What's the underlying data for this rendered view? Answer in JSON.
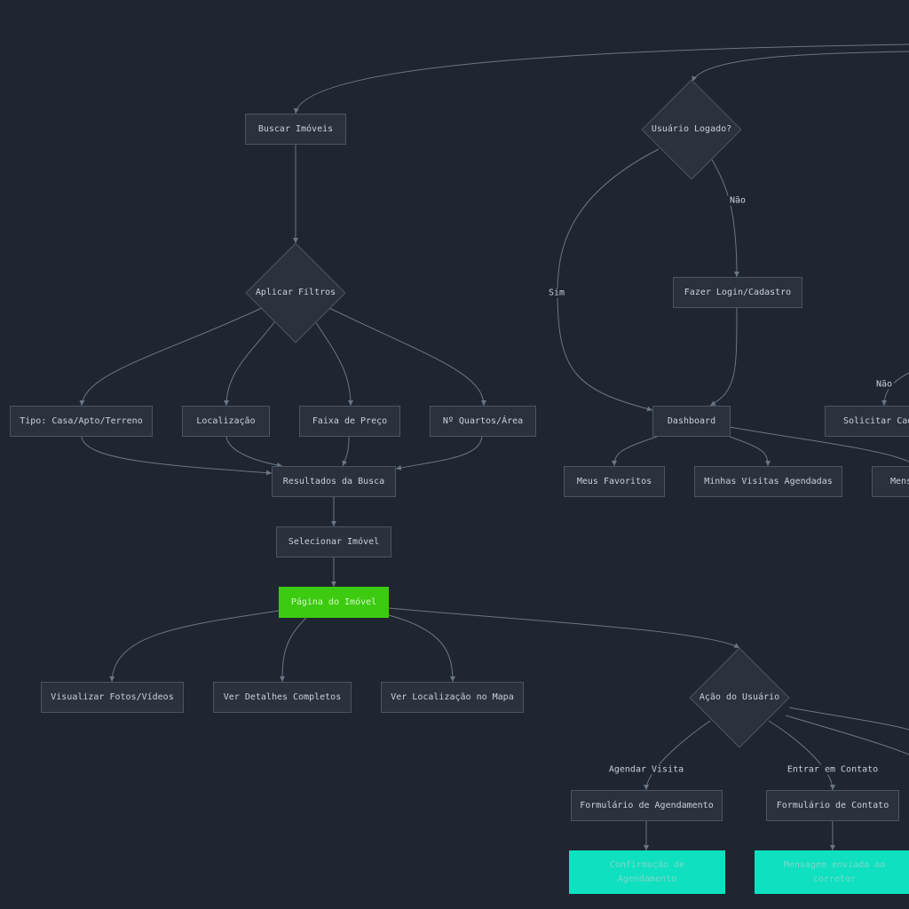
{
  "diagram": {
    "nodes": {
      "buscar": "Buscar Imóveis",
      "usuario_logado": "Usuário Logado?",
      "aplicar_filtros": "Aplicar Filtros",
      "fazer_login": "Fazer Login/Cadastro",
      "tipo": "Tipo: Casa/Apto/Terreno",
      "localizacao": "Localização",
      "faixa_preco": "Faixa de Preço",
      "quartos": "Nº Quartos/Área",
      "dashboard": "Dashboard",
      "solicitar_cadastro": "Solicitar Cadas",
      "resultados": "Resultados da Busca",
      "meus_favoritos": "Meus Favoritos",
      "minhas_visitas": "Minhas Visitas Agendadas",
      "mensagens": "Mens",
      "selecionar": "Selecionar Imóvel",
      "pagina_imovel": "Página do Imóvel",
      "fotos": "Visualizar Fotos/Vídeos",
      "detalhes": "Ver Detalhes Completos",
      "mapa": "Ver Localização no Mapa",
      "acao_usuario": "Ação do Usuário",
      "form_agendamento": "Formulário de Agendamento",
      "form_contato": "Formulário de Contato",
      "confirmacao": "Confirmação de Agendamento",
      "mensagem_enviada": "Mensagem enviada ao corretor"
    },
    "edge_labels": {
      "nao_login": "Não",
      "sim": "Sim",
      "nao_cadastro": "Não",
      "agendar": "Agendar Visita",
      "contato": "Entrar em Contato"
    },
    "colors": {
      "background": "#1f2631",
      "node_fill": "#2b323d",
      "node_border": "#4a5563",
      "edge": "#6b7685",
      "highlight_green": "#3ccb10",
      "highlight_teal": "#0fe0c0"
    }
  }
}
